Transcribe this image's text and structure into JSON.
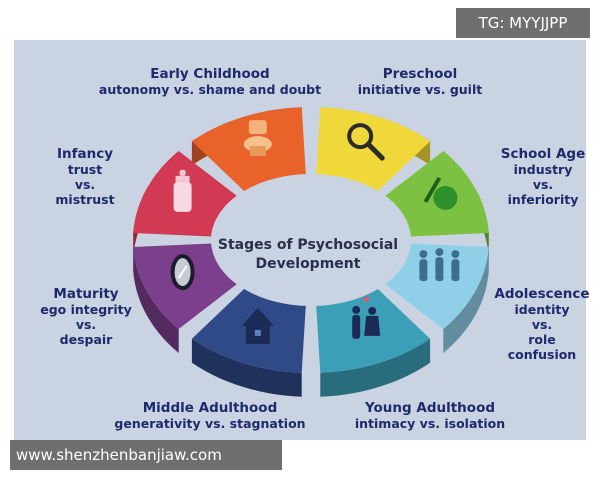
{
  "watermarks": {
    "top": "TG: MYYJJPP",
    "bottom": "www.shenzhenbanjiaw.com"
  },
  "diagram": {
    "center_title": "Stages of Psychosocial\nDevelopment",
    "stages": [
      {
        "name": "Early Childhood",
        "desc": "autonomy vs. shame and doubt",
        "color": "#e8622a",
        "icon": "potty-icon"
      },
      {
        "name": "Preschool",
        "desc": "initiative vs. guilt",
        "color": "#f1d83a",
        "icon": "magnifying-glass-icon"
      },
      {
        "name": "School Age",
        "desc": "industry\nvs.\ninferiority",
        "color": "#7cc142",
        "icon": "apple-pencil-icon"
      },
      {
        "name": "Adolescence",
        "desc": "identity\nvs.\nrole confusion",
        "color": "#8fd0e8",
        "icon": "teens-icon"
      },
      {
        "name": "Young Adulthood",
        "desc": "intimacy vs. isolation",
        "color": "#3c9fb8",
        "icon": "couple-icon"
      },
      {
        "name": "Middle Adulthood",
        "desc": "generativity vs. stagnation",
        "color": "#2f4a86",
        "icon": "house-icon"
      },
      {
        "name": "Maturity",
        "desc": "ego integrity\nvs.\ndespair",
        "color": "#7b3f8c",
        "icon": "mirror-icon"
      },
      {
        "name": "Infancy",
        "desc": "trust\nvs.\nmistrust",
        "color": "#d13a52",
        "icon": "baby-bottle-icon"
      }
    ]
  }
}
